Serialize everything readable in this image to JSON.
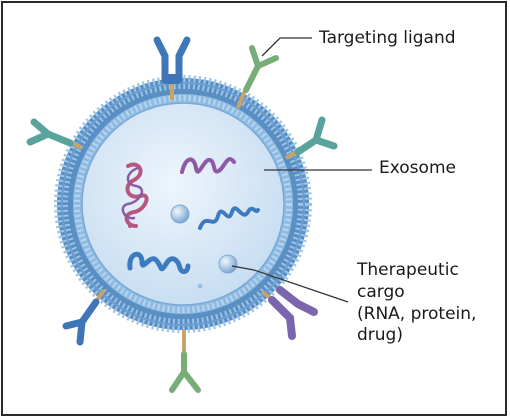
{
  "labels": {
    "targeting_ligand": "Targeting ligand",
    "exosome": "Exosome",
    "cargo_line1": "Therapeutic",
    "cargo_line2": "cargo",
    "cargo_line3": "(RNA, protein,",
    "cargo_line4": "drug)"
  },
  "colors": {
    "membrane_outer": "#5f93c8",
    "membrane_inner": "#8db8e0",
    "lumen": "#dbeaf7",
    "ligand_blue": "#3f76b8",
    "ligand_green": "#77ad76",
    "ligand_teal": "#5aa39c",
    "ligand_purple": "#7b65ad",
    "rna_pink": "#b5577f",
    "rna_purple": "#8e5aa3",
    "rna_blue": "#3d7bc0",
    "stalk_tan": "#c9a46a"
  }
}
